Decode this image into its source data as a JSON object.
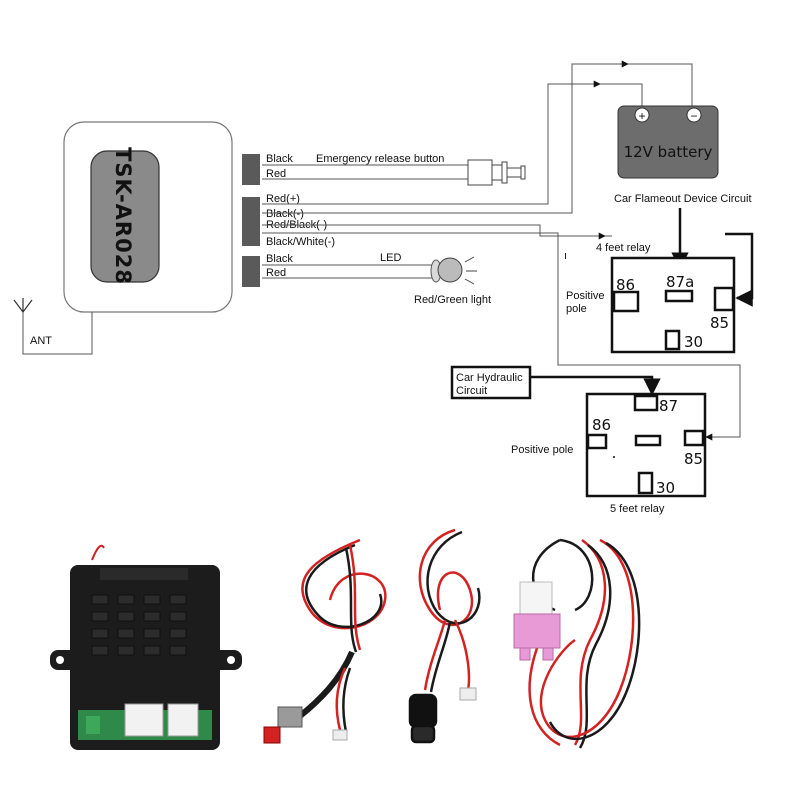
{
  "module": {
    "model": "TSK-AR028",
    "antenna_label": "ANT"
  },
  "connectors": {
    "button": {
      "wire1": "Black",
      "wire2": "Red",
      "title": "Emergency release button"
    },
    "main": {
      "wire1": "Red(+)",
      "wire2": "Black(-)",
      "wire3": "Red/Black(-)",
      "wire4": "Black/White(-)"
    },
    "led": {
      "wire1": "Black",
      "wire2": "Red",
      "title": "LED",
      "caption": "Red/Green light"
    }
  },
  "battery": {
    "label": "12V battery",
    "plus": "+",
    "minus": "−"
  },
  "flameout_label": "Car Flameout Device Circuit",
  "relay1": {
    "caption": "4 feet  relay",
    "pin_86": "86",
    "pin_87a": "87a",
    "pin_85": "85",
    "pin_30": "30",
    "pole_line1": "Positive",
    "pole_line2": "pole"
  },
  "hydraulic": {
    "line1": "Car Hydraulic",
    "line2": "Circuit"
  },
  "relay2": {
    "caption": "5 feet relay",
    "pin_86": "86",
    "pin_87": "87",
    "pin_85": "85",
    "pin_30": "30",
    "pole": "Positive pole"
  },
  "colors": {
    "battery_fill": "#6d6d6d",
    "module_label_fill": "#8a8a8a",
    "wire_red": "#d32222",
    "wire_black": "#1a1a1a",
    "product_body": "#1c1c1c",
    "pcb_green": "#2f8a4a",
    "fuse_pink": "#e79ad6"
  }
}
